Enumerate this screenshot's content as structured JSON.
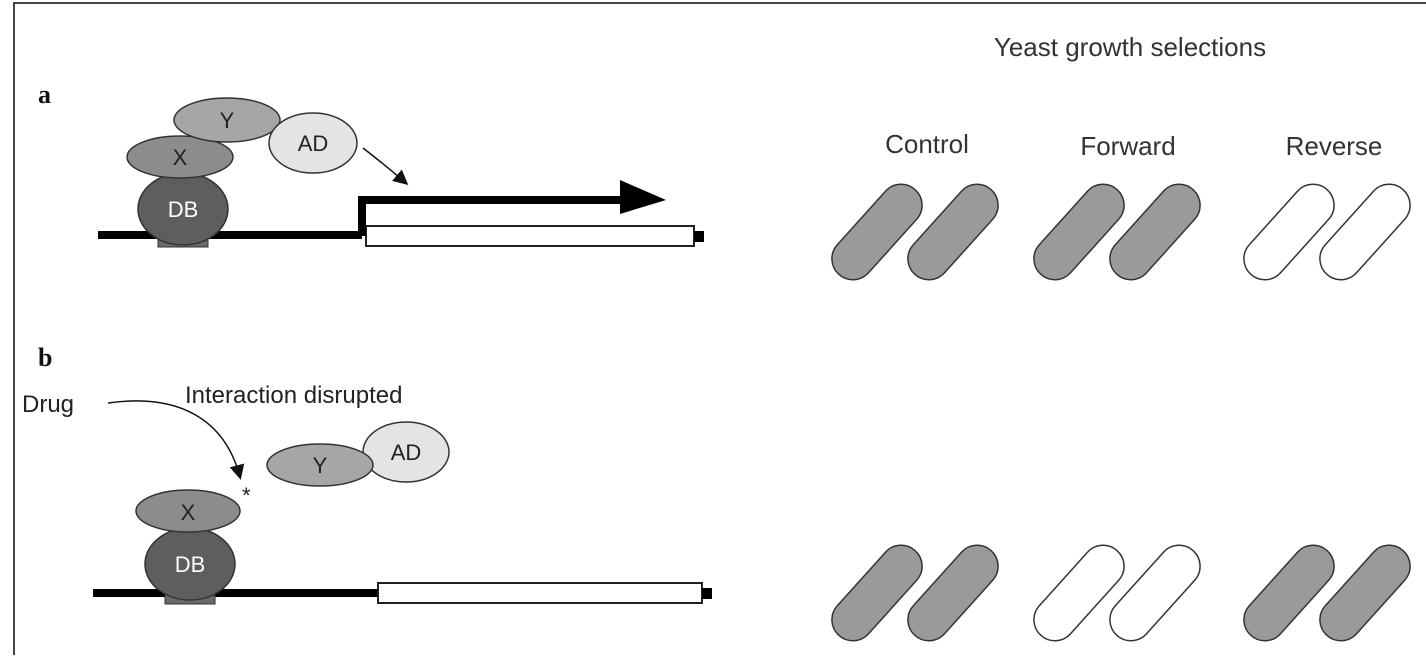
{
  "title": "Yeast growth selections",
  "columns": [
    "Control",
    "Forward",
    "Reverse"
  ],
  "panels": {
    "a": {
      "label": "a",
      "molecules": {
        "y": "Y",
        "x": "X",
        "ad": "AD",
        "db": "DB"
      },
      "growth": [
        "grow",
        "grow",
        "no-growth"
      ]
    },
    "b": {
      "label": "b",
      "drug": "Drug",
      "annotation": "Interaction disrupted",
      "marker": "*",
      "molecules": {
        "y": "Y",
        "x": "X",
        "ad": "AD",
        "db": "DB"
      },
      "growth": [
        "grow",
        "no-growth",
        "grow"
      ]
    }
  },
  "colors": {
    "grow_fill": "#9a9a9a",
    "no_growth_fill": "#ffffff",
    "db_fill": "#5e5e5e",
    "x_fill": "#8c8c8c",
    "y_fill": "#a6a6a6",
    "ad_fill": "#e4e4e4"
  }
}
